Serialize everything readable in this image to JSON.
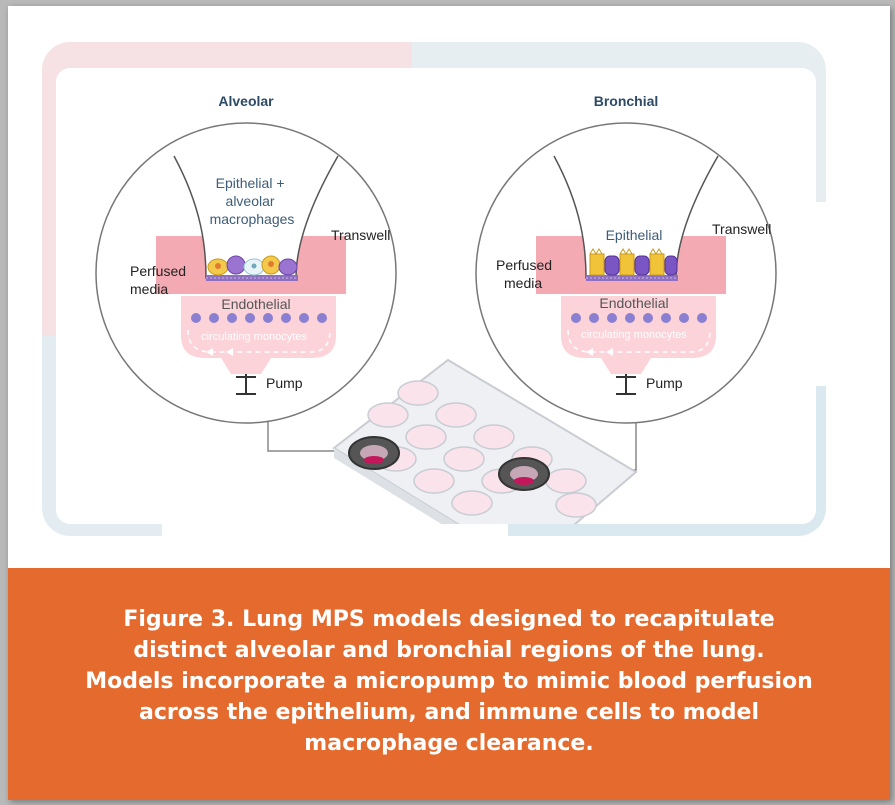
{
  "panels": [
    {
      "title": "Alveolar",
      "cell_label_lines": [
        "Epithelial +",
        "alveolar",
        "macrophages"
      ],
      "transwell": "Transwell",
      "perfused_lines": [
        "Perfused",
        "media"
      ],
      "endothelial": "Endothelial",
      "monocytes": "circulating monocytes",
      "pump": "Pump"
    },
    {
      "title": "Bronchial",
      "cell_label_lines": [
        "Epithelial"
      ],
      "transwell": "Transwell",
      "perfused_lines": [
        "Perfused",
        "media"
      ],
      "endothelial": "Endothelial",
      "monocytes": "circulating monocytes",
      "pump": "Pump"
    }
  ],
  "caption_lines": [
    "Figure 3. Lung MPS models designed to recapitulate",
    "distinct alveolar and bronchial regions of the lung.",
    "Models incorporate a micropump to mimic blood perfusion",
    "across the epithelium, and immune cells to model",
    "macrophage clearance."
  ],
  "colors": {
    "caption_bg": "#e46a2e",
    "title_text": "#2d4a66",
    "label_text": "#3d5c7a",
    "media_pink": "#f4aab2",
    "membrane_purple": "#8f6fc0",
    "monocyte_purple": "#8a7fd1",
    "epithelial_yellow": "#f0c338"
  }
}
